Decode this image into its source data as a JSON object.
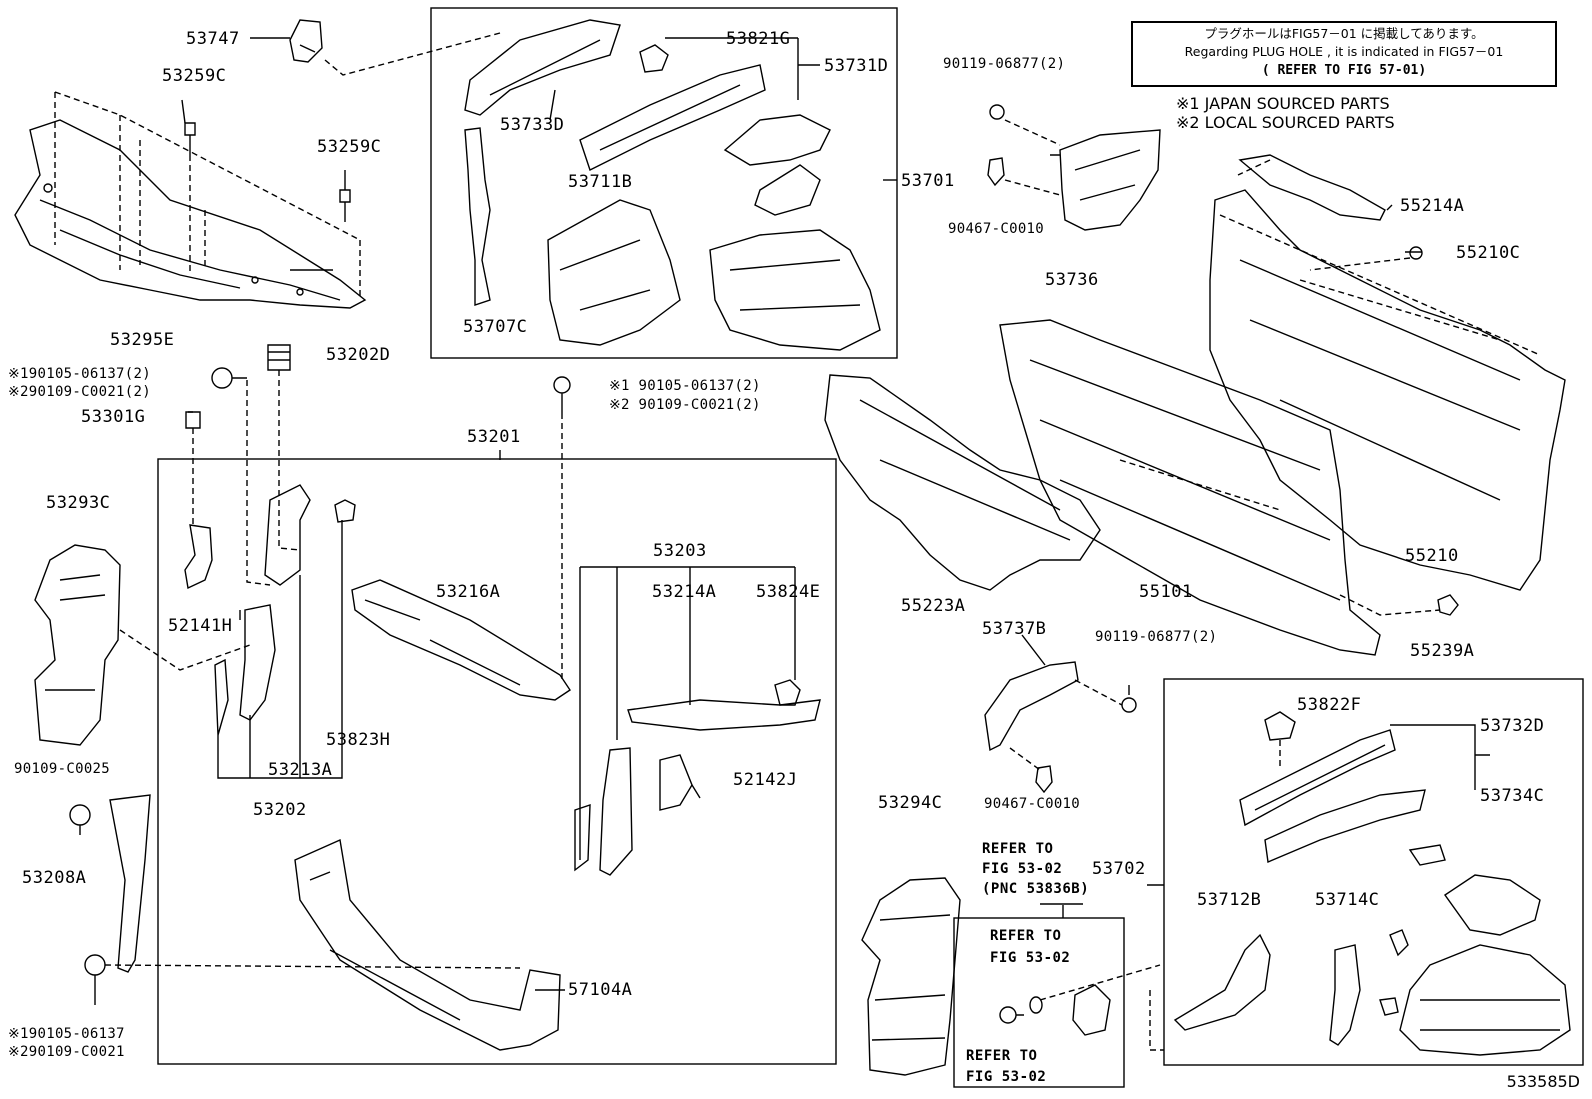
{
  "note": {
    "line1": "プラグホールはFIG57－01 に掲載してあります。",
    "line2": "Regarding PLUG HOLE , it is indicated in FIG57－01",
    "line3": "( REFER TO FIG 57-01)"
  },
  "legend": {
    "item1": "※1 JAPAN SOURCED PARTS",
    "item2": "※2 LOCAL SOURCED PARTS"
  },
  "labels": {
    "p53747": "53747",
    "p53259C_a": "53259C",
    "p53259C_b": "53259C",
    "p53295E": "53295E",
    "p53202D": "53202D",
    "bolt_left_1": "※190105-06137(2)",
    "bolt_left_2": "※290109-C0021(2)",
    "p53301G": "53301G",
    "p53293C": "53293C",
    "p52141H": "52141H",
    "p90109C0025": "90109-C0025",
    "p53208A": "53208A",
    "bolt_bl_1": "※190105-06137",
    "bolt_bl_2": "※290109-C0021",
    "p53213A": "53213A",
    "p53202": "53202",
    "p53823H": "53823H",
    "p53216A": "53216A",
    "p53201": "53201",
    "bolt_mid_1": "※1 90105-06137(2)",
    "bolt_mid_2": "※2 90109-C0021(2)",
    "p53203": "53203",
    "p53214A": "53214A",
    "p53824E": "53824E",
    "p52142J": "52142J",
    "p57104A": "57104A",
    "p53733D": "53733D",
    "p53821G": "53821G",
    "p53731D": "53731D",
    "p53711B": "53711B",
    "p53707C": "53707C",
    "p53701": "53701",
    "p90119_a": "90119-06877(2)",
    "p90467_a": "90467-C0010",
    "p53736": "53736",
    "p55214A": "55214A",
    "p55210C": "55210C",
    "p55210": "55210",
    "p55101": "55101",
    "p55223A": "55223A",
    "p55239A": "55239A",
    "p53737B": "53737B",
    "p90119_b": "90119-06877(2)",
    "p90467_b": "90467-C0010",
    "p53294C": "53294C",
    "ref1_a": "REFER TO",
    "ref1_b": "FIG 53-02",
    "p53702": "53702",
    "ref1_c": "(PNC 53836B)",
    "ref2_a": "REFER TO",
    "ref2_b": "FIG 53-02",
    "ref3_a": "REFER TO",
    "ref3_b": "FIG 53-02",
    "p53822F": "53822F",
    "p53732D": "53732D",
    "p53734C": "53734C",
    "p53712B": "53712B",
    "p53714C": "53714C"
  },
  "diagram_code": "533585D"
}
